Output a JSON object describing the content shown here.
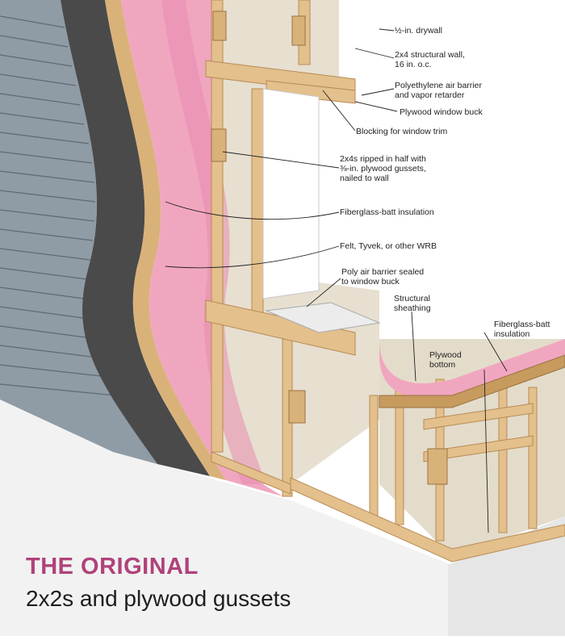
{
  "colors": {
    "siding": "#8f9ba5",
    "siding_line": "#5f6a73",
    "wrb": "#4a4a4a",
    "insulation": "#f1a6c0",
    "insulation_dark": "#e88aae",
    "lumber": "#e3c08c",
    "lumber_edge": "#b88b55",
    "drywall": "#e7dfd0",
    "plywood": "#d9b27a",
    "ground": "#efefef",
    "title_accent": "#b0427a"
  },
  "callouts": [
    {
      "id": "drywall",
      "text": "½-in. drywall"
    },
    {
      "id": "structural-wall",
      "text": "2x4 structural wall,\n16 in. o.c."
    },
    {
      "id": "air-barrier",
      "text": "Polyethylene air barrier\nand vapor retarder"
    },
    {
      "id": "window-buck",
      "text": "Plywood window buck"
    },
    {
      "id": "blocking",
      "text": "Blocking for window trim"
    },
    {
      "id": "ripped-2x4s",
      "text": "2x4s ripped in half with\n⅜-in. plywood gussets,\nnailed to wall"
    },
    {
      "id": "fiberglass-batt",
      "text": "Fiberglass-batt insulation"
    },
    {
      "id": "wrb",
      "text": "Felt, Tyvek, or other WRB"
    },
    {
      "id": "poly-sealed",
      "text": "Poly air barrier sealed\nto window buck"
    },
    {
      "id": "structural-sheathing",
      "text": "Structural\nsheathing"
    },
    {
      "id": "fiberglass-batt-2",
      "text": "Fiberglass-batt\ninsulation"
    },
    {
      "id": "plywood-bottom",
      "text": "Plywood\nbottom"
    }
  ],
  "title": {
    "main": "THE ORIGINAL",
    "subtitle": "2x2s and plywood gussets"
  }
}
